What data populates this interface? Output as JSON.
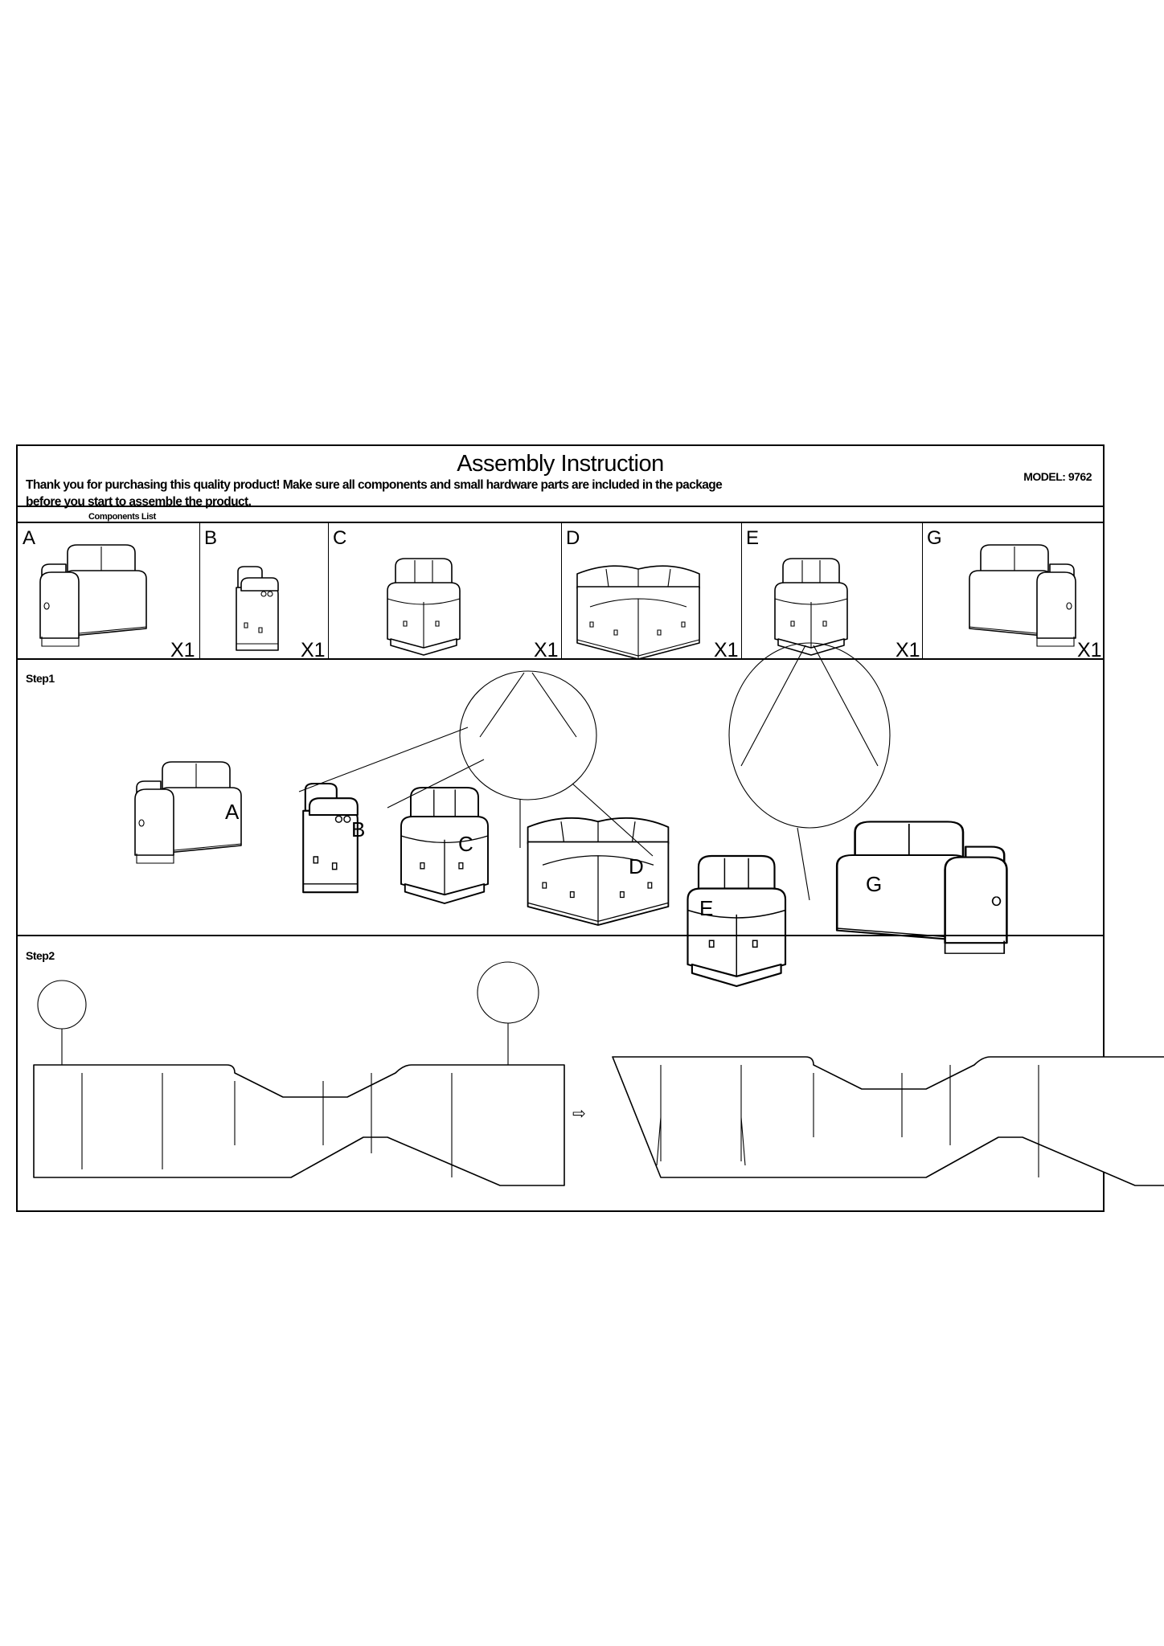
{
  "header": {
    "title": "Assembly Instruction",
    "intro_line1": "Thank you for purchasing this quality product! Make sure all components and small hardware parts are included in the package",
    "intro_line2": " before you start to assemble the product.",
    "model": "MODEL: 9762"
  },
  "components": {
    "heading": "Components List",
    "items": [
      {
        "letter": "A",
        "qty": "X1"
      },
      {
        "letter": "B",
        "qty": "X1"
      },
      {
        "letter": "C",
        "qty": "X1"
      },
      {
        "letter": "D",
        "qty": "X1"
      },
      {
        "letter": "E",
        "qty": "X1"
      },
      {
        "letter": "G",
        "qty": "X1"
      }
    ]
  },
  "step1": {
    "label": "Step1",
    "parts": [
      "A",
      "B",
      "C",
      "D",
      "E",
      "G"
    ]
  },
  "step2": {
    "label": "Step2",
    "arrow": "⇨"
  }
}
